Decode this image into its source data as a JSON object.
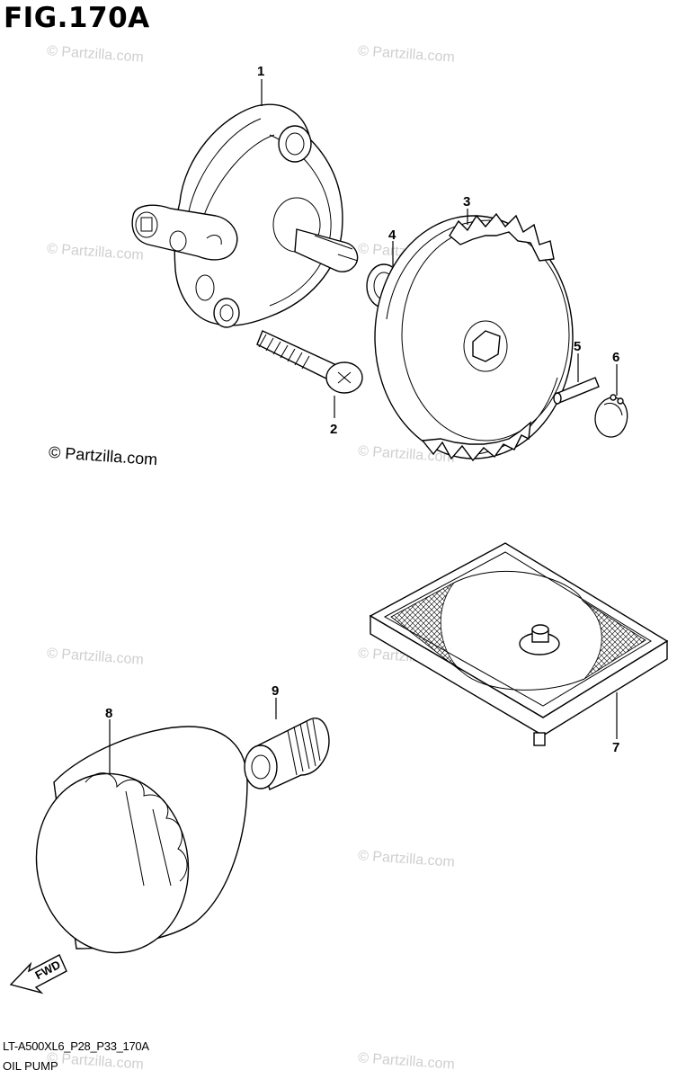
{
  "figure": {
    "title": "FIG.170A",
    "code": "LT-A500XL6_P28_P33_170A",
    "caption": "OIL PUMP"
  },
  "watermark": {
    "text": "© Partzilla.com",
    "color": "#cfcfcf"
  },
  "callouts": [
    {
      "id": "1"
    },
    {
      "id": "2"
    },
    {
      "id": "3"
    },
    {
      "id": "4"
    },
    {
      "id": "5"
    },
    {
      "id": "6"
    },
    {
      "id": "7"
    },
    {
      "id": "8"
    },
    {
      "id": "9"
    }
  ],
  "fwd_label": "FWD"
}
